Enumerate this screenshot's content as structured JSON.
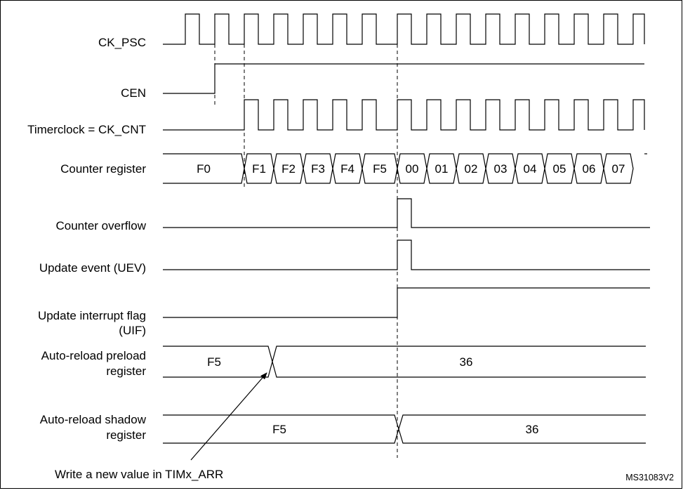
{
  "signals": {
    "ck_psc": "CK_PSC",
    "cen": "CEN",
    "ck_cnt": "Timerclock = CK_CNT",
    "counter": "Counter register",
    "overflow": "Counter overflow",
    "uev": "Update event (UEV)",
    "uif_line1": "Update interrupt flag",
    "uif_line2": "(UIF)",
    "preload_line1": "Auto-reload preload",
    "preload_line2": "register",
    "shadow_line1": "Auto-reload shadow",
    "shadow_line2": "register"
  },
  "counter_values": [
    "F0",
    "F1",
    "F2",
    "F3",
    "F4",
    "F5",
    "00",
    "01",
    "02",
    "03",
    "04",
    "05",
    "06",
    "07"
  ],
  "preload_values": [
    "F5",
    "36"
  ],
  "shadow_values": [
    "F5",
    "36"
  ],
  "annotation": "Write a new value in TIMx_ARR",
  "figure_ref": "MS31083V2"
}
